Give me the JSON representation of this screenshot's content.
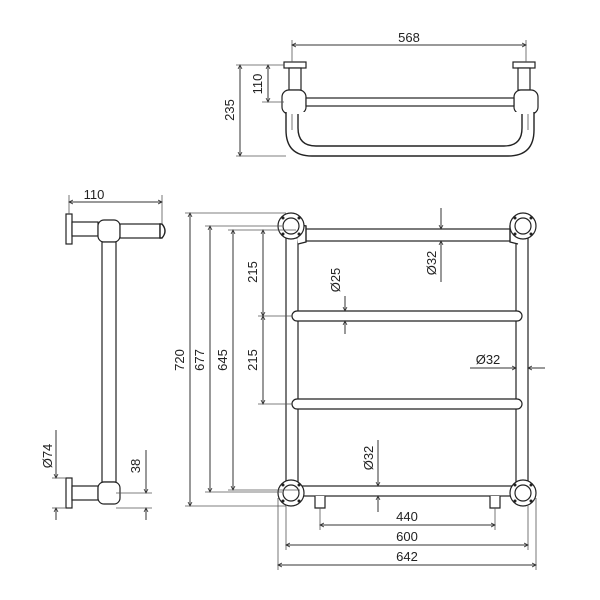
{
  "dimensions": {
    "top_width": "568",
    "top_depth_inner": "110",
    "top_depth_outer": "235",
    "side_depth": "110",
    "side_wall_plate_dia": "Ø74",
    "side_pipe_offset": "38",
    "height_total": "720",
    "height_mid": "677",
    "height_inner": "645",
    "spacing_upper": "215",
    "spacing_lower": "215",
    "rail_dia_small": "Ø25",
    "rail_dia_top": "Ø32",
    "rail_dia_side": "Ø32",
    "rail_dia_bottom": "Ø32",
    "width_feet": "440",
    "width_center": "600",
    "width_total": "642"
  }
}
